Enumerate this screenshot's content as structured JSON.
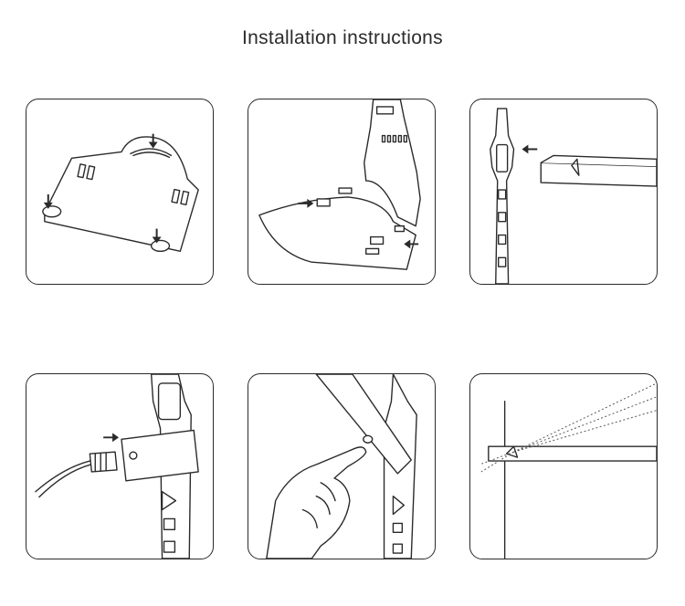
{
  "title": "Installation instructions",
  "steps": [
    {
      "id": 1,
      "depicts": "base-plate-with-feet"
    },
    {
      "id": 2,
      "depicts": "tower-inserted-into-base"
    },
    {
      "id": 3,
      "depicts": "light-bar-attached-to-tower"
    },
    {
      "id": 4,
      "depicts": "power-plug-into-socket"
    },
    {
      "id": 5,
      "depicts": "press-touch-button"
    },
    {
      "id": 6,
      "depicts": "light-projection"
    }
  ],
  "colors": {
    "line": "#2a2a2a",
    "background": "#ffffff",
    "panel_border": "#2a2a2a"
  }
}
